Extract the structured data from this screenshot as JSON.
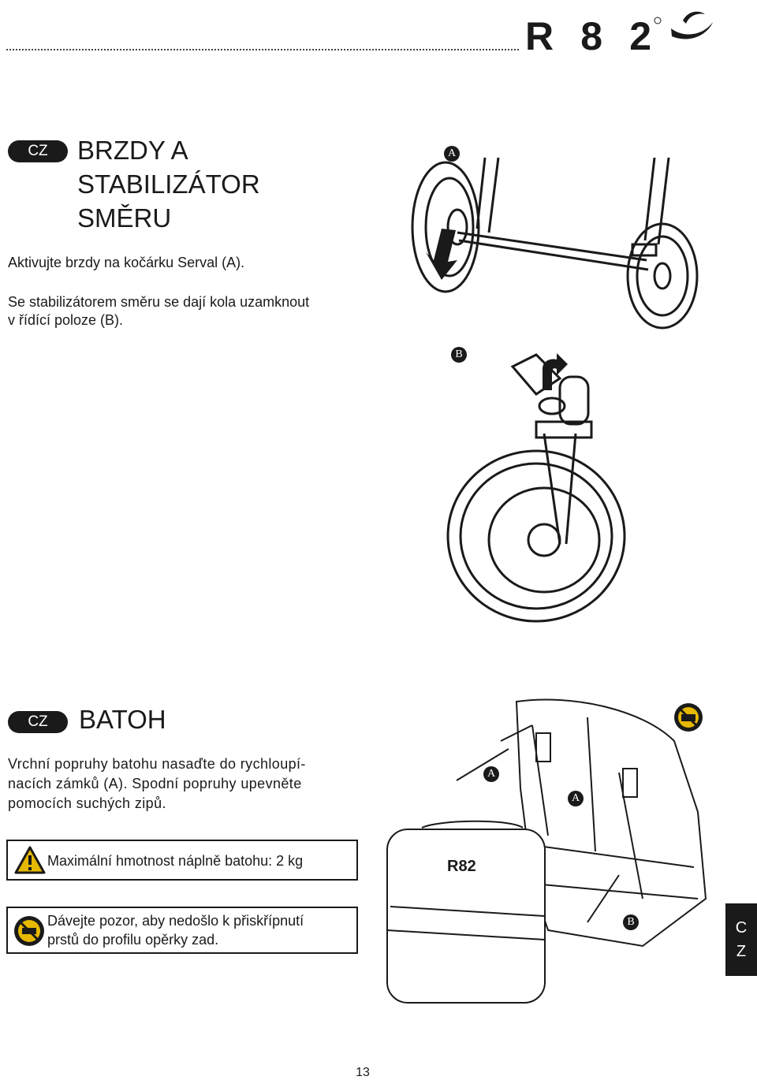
{
  "header": {
    "logo_text": "R82"
  },
  "section1": {
    "lang_badge": "CZ",
    "title_line1": "BRZDY A",
    "title_line2": "STABILIZÁTOR",
    "title_line3": "SMĚRU",
    "para1": "Aktivujte brzdy na kočárku Serval (A).",
    "para2_line1": "Se stabilizátorem směru se dají kola uzamknout",
    "para2_line2": "v řídící poloze (B).",
    "callout_a": "A",
    "callout_b": "B"
  },
  "section2": {
    "lang_badge": "CZ",
    "title": "BATOH",
    "para_line1": "Vrchní popruhy batohu nasaďte do rychloupí-",
    "para_line2": "nacích zámků (A). Spodní popruhy upevněte",
    "para_line3": "pomocích suchých zipů.",
    "callout_a1": "A",
    "callout_a2": "A",
    "callout_b": "B",
    "backpack_logo": "R82"
  },
  "warnings": [
    {
      "text_line1": "Maximální hmotnost náplně batohu: 2 kg",
      "text_line2": "",
      "icon": "warning-triangle-icon"
    },
    {
      "text_line1": "Dávejte pozor, aby nedošlo k přiskřípnutí",
      "text_line2": "prstů do profilu opěrky zad.",
      "icon": "pinch-hazard-icon"
    }
  ],
  "side_tab": {
    "line1": "C",
    "line2": "Z"
  },
  "page_number": "13"
}
